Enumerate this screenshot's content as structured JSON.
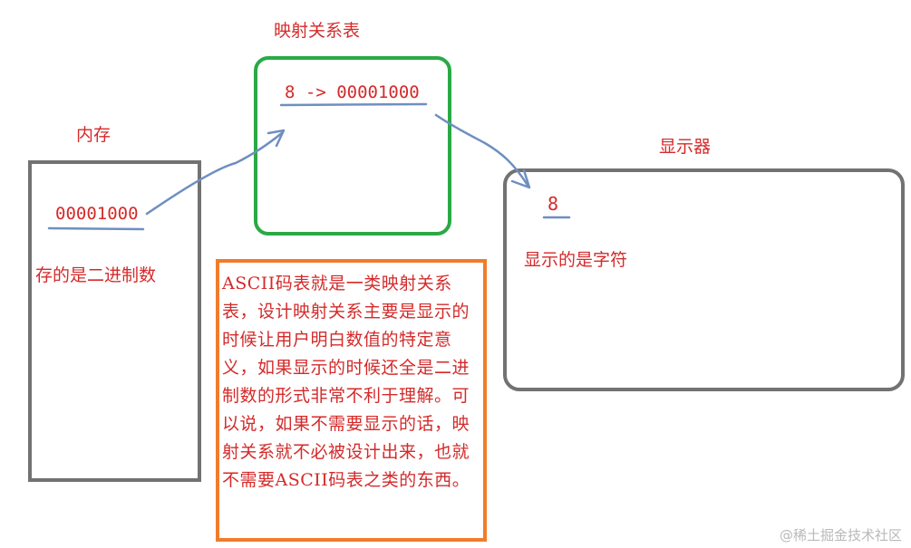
{
  "memory": {
    "title": "内存",
    "value": "00001000",
    "caption": "存的是二进制数"
  },
  "mapping": {
    "title": "映射关系表",
    "rule": "8 -> 00001000"
  },
  "display": {
    "title": "显示器",
    "value": "8",
    "caption": "显示的是字符"
  },
  "note": {
    "text": "ASCII码表就是一类映射关系表，设计映射关系主要是显示的时候让用户明白数值的特定意义，如果显示的时候还全是二进制数的形式非常不利于理解。可以说，如果不需要显示的话，映射关系就不必被设计出来，也就不需要ASCII码表之类的东西。"
  },
  "watermark": "@稀土掘金技术社区",
  "colors": {
    "text": "#d42a2a",
    "memory_border": "#727272",
    "mapping_border": "#2aa946",
    "display_border": "#727272",
    "note_border": "#f07c2c",
    "arrow": "#6f8fbf"
  }
}
